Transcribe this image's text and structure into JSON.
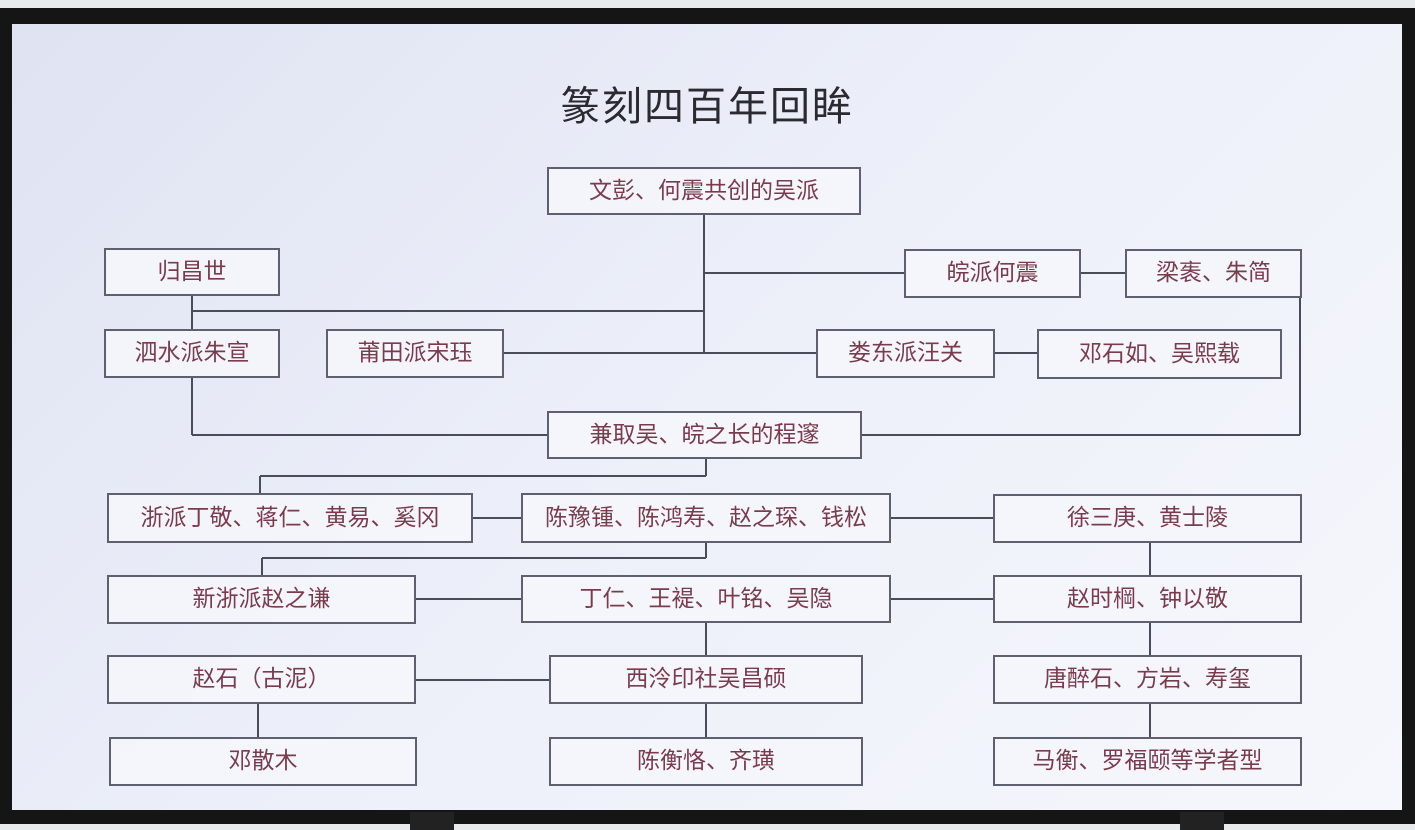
{
  "title": "篆刻四百年回眸",
  "nodes": {
    "wu_pai": "文彭、何震共创的吴派",
    "gui_changshi": "归昌世",
    "sishui_pai": "泗水派朱宣",
    "putian_pai": "莆田派宋珏",
    "wan_pai": "皖派何震",
    "liang_zhu": "梁袠、朱简",
    "loudong_pai": "娄东派汪关",
    "deng_wu": "邓石如、吴熙载",
    "cheng_sui": "兼取吴、皖之长的程邃",
    "zhe_pai": "浙派丁敬、蒋仁、黄易、奚冈",
    "chen_yuzhong": "陈豫锺、陈鸿寿、赵之琛、钱松",
    "xu_huang": "徐三庚、黄士陵",
    "xinzhe_pai": "新浙派赵之谦",
    "ding_ren": "丁仁、王褆、叶铭、吴隐",
    "zhao_zhong": "赵时棡、钟以敬",
    "zhao_shi": "赵石（古泥）",
    "xiling": "西泠印社吴昌硕",
    "tang_fang": "唐醉石、方岩、寿玺",
    "deng_sanmu": "邓散木",
    "chen_qi": "陈衡恪、齐璜",
    "ma_luo": "马衡、罗福颐等学者型"
  }
}
